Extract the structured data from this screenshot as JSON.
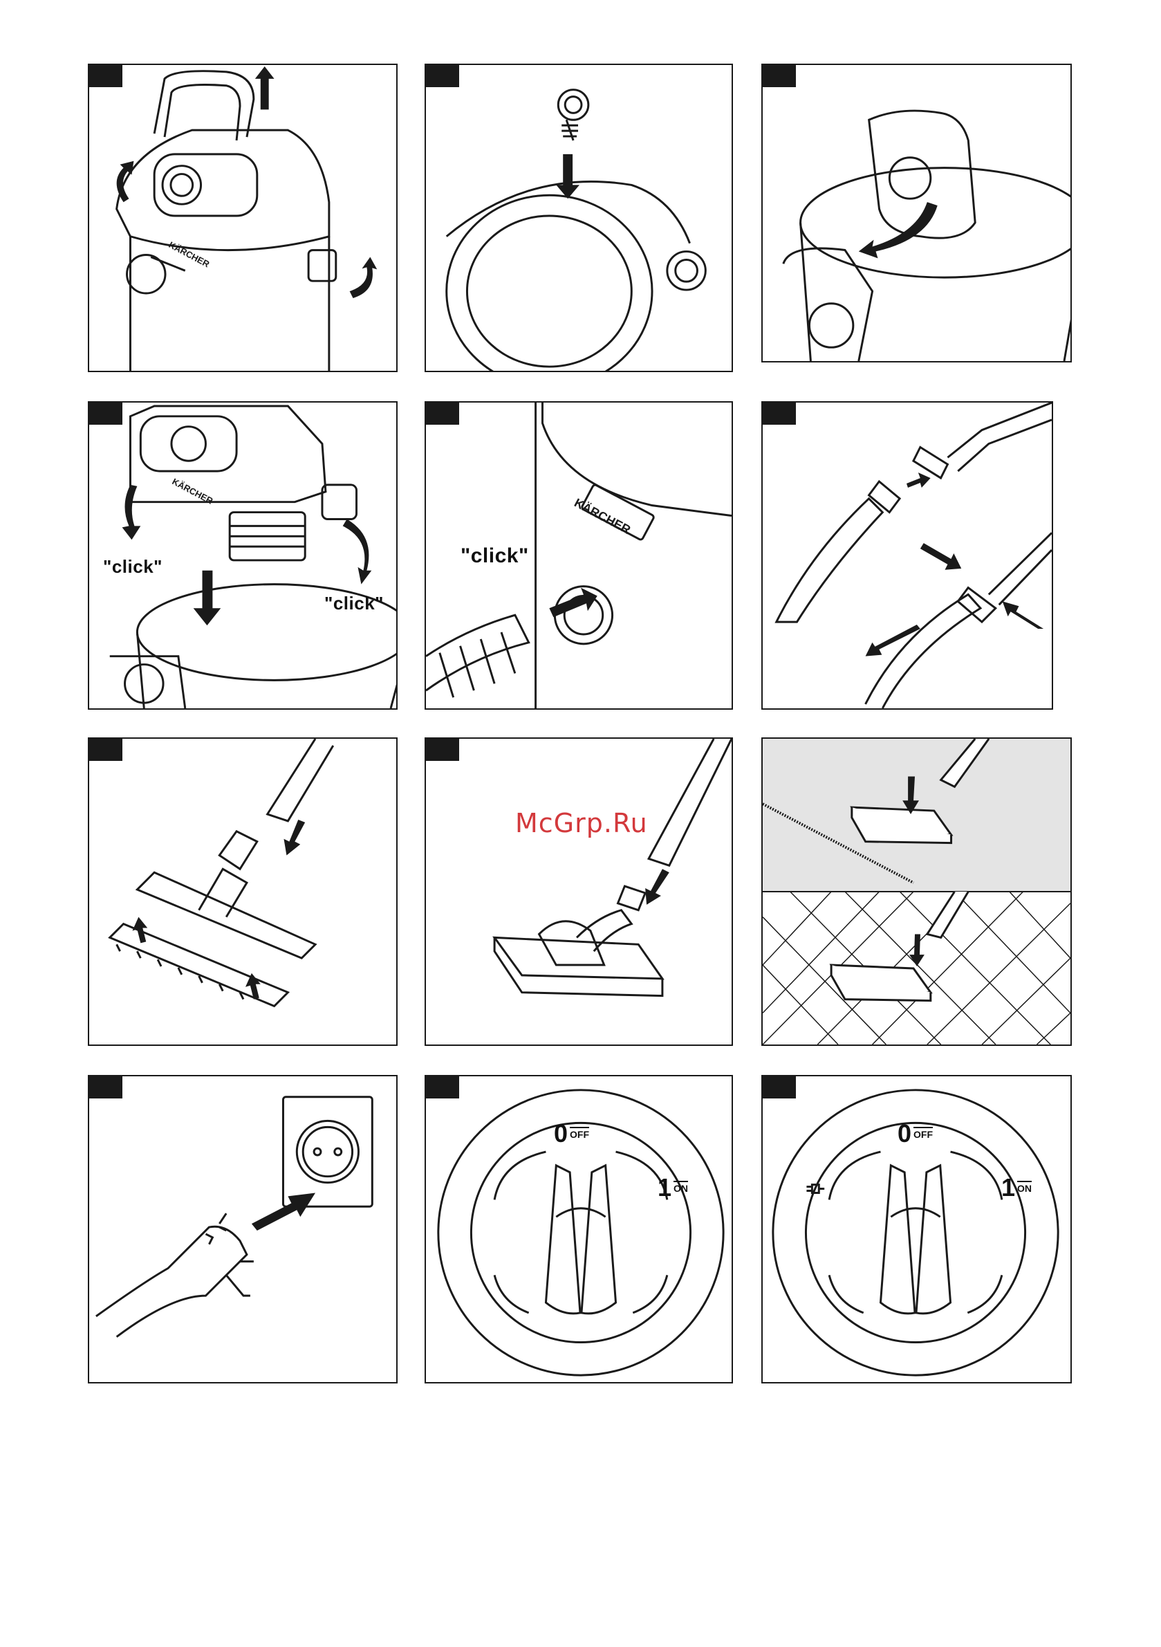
{
  "page": {
    "watermark": "McGrp.Ru"
  },
  "panels": {
    "p1": {
      "brand": "KÄRCHER"
    },
    "p4": {
      "brand": "KÄRCHER",
      "click_left": "\"click\"",
      "click_right": "\"click\""
    },
    "p5": {
      "brand": "KÄRCHER",
      "click": "\"click\""
    },
    "p11": {
      "off_digit": "0",
      "off_tag": "OFF",
      "on_digit": "1",
      "on_tag": "ON"
    },
    "p12": {
      "off_digit": "0",
      "off_tag": "OFF",
      "on_digit": "1",
      "on_tag": "ON",
      "plug_symbol": "plug-icon"
    }
  },
  "colors": {
    "line": "#1a1a1a",
    "floor_gray": "#e4e4e4",
    "watermark": "#d3393c"
  }
}
